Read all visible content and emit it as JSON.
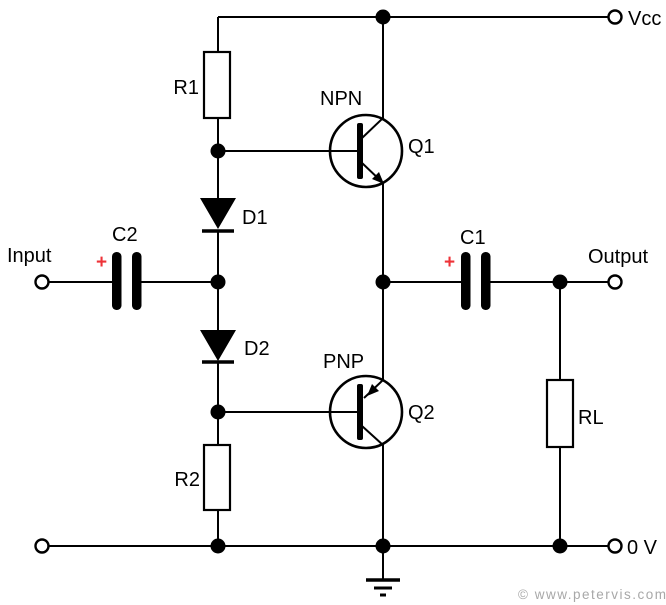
{
  "schematic": {
    "rails": {
      "vcc_label": "Vcc",
      "zero_volt_label": "0 V"
    },
    "io": {
      "input_label": "Input",
      "output_label": "Output"
    },
    "components": {
      "r1": "R1",
      "r2": "R2",
      "rl": "RL",
      "c1": "C1",
      "c2": "C2",
      "c1_polarity": "+",
      "c2_polarity": "+",
      "d1": "D1",
      "d2": "D2",
      "q1": "Q1",
      "q2": "Q2",
      "q1_type": "NPN",
      "q2_type": "PNP"
    }
  },
  "watermark": {
    "text": "© www.petervis.com"
  },
  "colors": {
    "background": "#ffffff",
    "wire": "#000000",
    "component_fill": "#ffffff",
    "polarity_plus": "#ee3338",
    "watermark_gray": "#a8a8a8"
  }
}
